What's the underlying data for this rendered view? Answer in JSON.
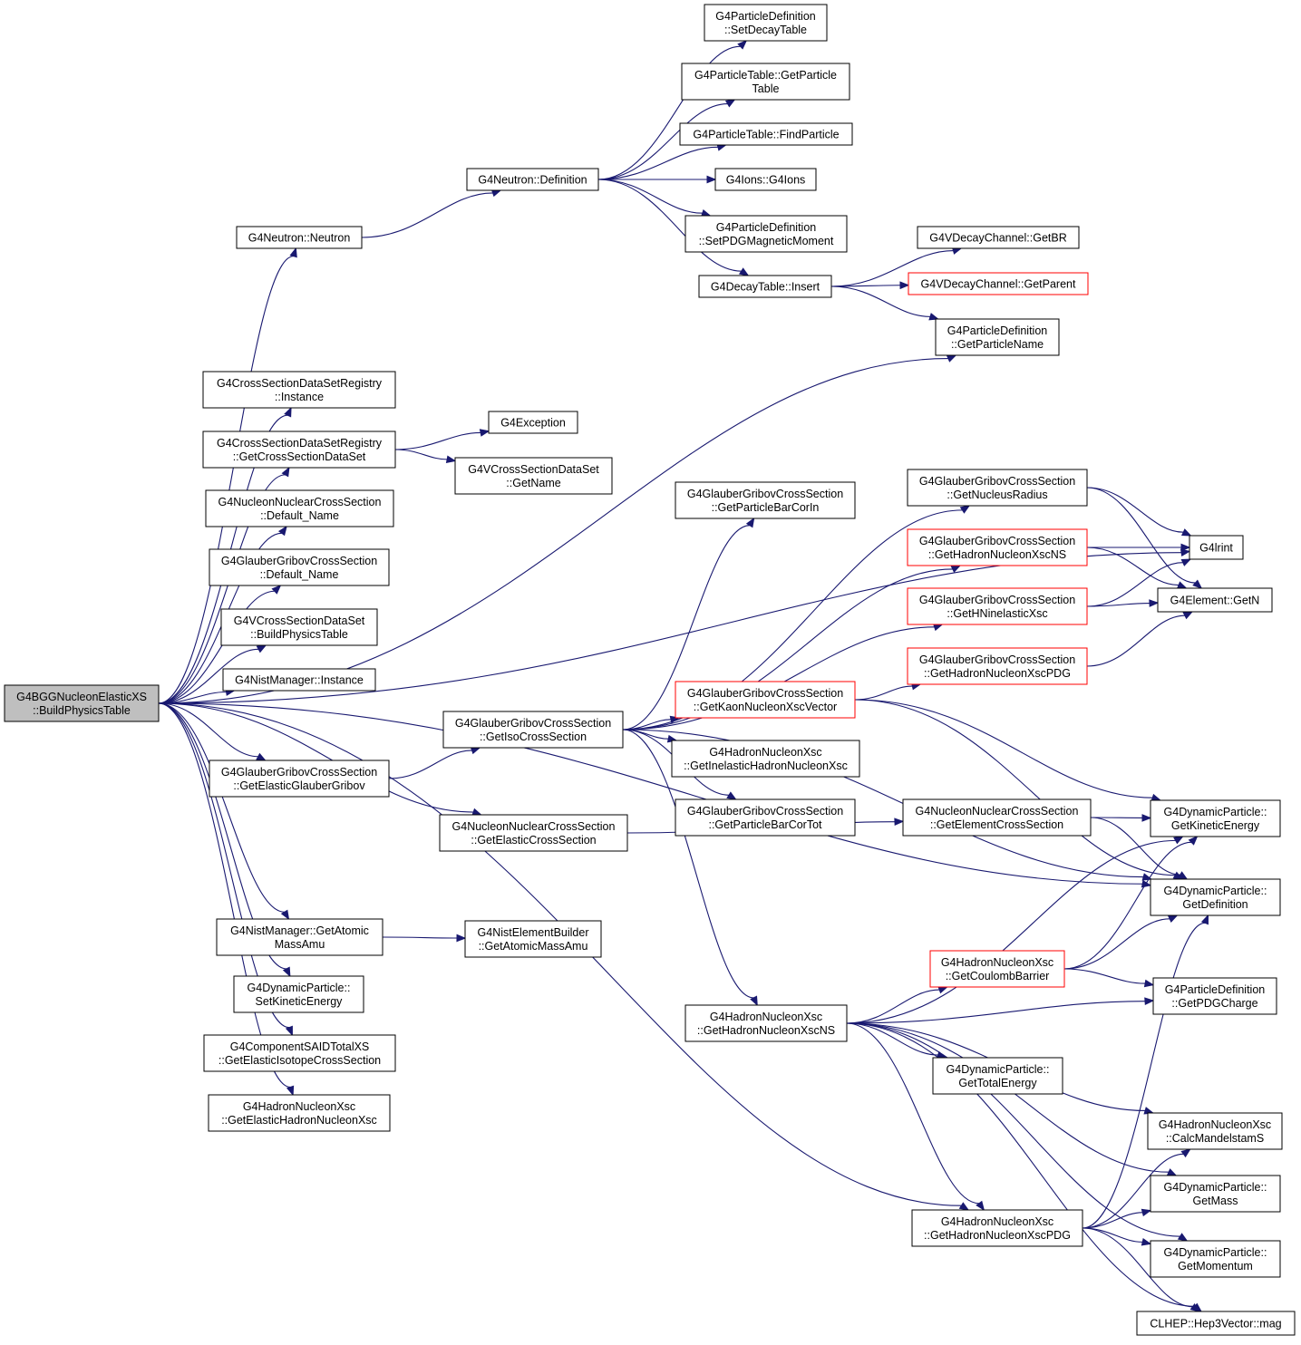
{
  "nodes": [
    {
      "id": "root",
      "lines": [
        "G4BGGNucleonElasticXS",
        "::BuildPhysicsTable"
      ],
      "style": "root"
    },
    {
      "id": "neutron",
      "lines": [
        "G4Neutron::Neutron"
      ]
    },
    {
      "id": "neutron_def",
      "lines": [
        "G4Neutron::Definition"
      ]
    },
    {
      "id": "pd_setdecay",
      "lines": [
        "G4ParticleDefinition",
        "::SetDecayTable"
      ]
    },
    {
      "id": "pt_getpt",
      "lines": [
        "G4ParticleTable::GetParticle",
        "Table"
      ]
    },
    {
      "id": "pt_find",
      "lines": [
        "G4ParticleTable::FindParticle"
      ]
    },
    {
      "id": "ions",
      "lines": [
        "G4Ions::G4Ions"
      ]
    },
    {
      "id": "pd_setpdg",
      "lines": [
        "G4ParticleDefinition",
        "::SetPDGMagneticMoment"
      ]
    },
    {
      "id": "dt_insert",
      "lines": [
        "G4DecayTable::Insert"
      ]
    },
    {
      "id": "vdc_getbr",
      "lines": [
        "G4VDecayChannel::GetBR"
      ]
    },
    {
      "id": "vdc_getparent",
      "lines": [
        "G4VDecayChannel::GetParent"
      ],
      "style": "red"
    },
    {
      "id": "pd_getname",
      "lines": [
        "G4ParticleDefinition",
        "::GetParticleName"
      ]
    },
    {
      "id": "csreg_inst",
      "lines": [
        "G4CrossSectionDataSetRegistry",
        "::Instance"
      ]
    },
    {
      "id": "csreg_get",
      "lines": [
        "G4CrossSectionDataSetRegistry",
        "::GetCrossSectionDataSet"
      ]
    },
    {
      "id": "exception",
      "lines": [
        "G4Exception"
      ]
    },
    {
      "id": "vcs_getname",
      "lines": [
        "G4VCrossSectionDataSet",
        "::GetName"
      ]
    },
    {
      "id": "nncs_defname",
      "lines": [
        "G4NucleonNuclearCrossSection",
        "::Default_Name"
      ]
    },
    {
      "id": "ggcs_defname",
      "lines": [
        "G4GlauberGribovCrossSection",
        "::Default_Name"
      ]
    },
    {
      "id": "vcs_build",
      "lines": [
        "G4VCrossSectionDataSet",
        "::BuildPhysicsTable"
      ]
    },
    {
      "id": "nist_inst",
      "lines": [
        "G4NistManager::Instance"
      ]
    },
    {
      "id": "ggcs_elastic",
      "lines": [
        "G4GlauberGribovCrossSection",
        "::GetElasticGlauberGribov"
      ]
    },
    {
      "id": "ggcs_iso",
      "lines": [
        "G4GlauberGribovCrossSection",
        "::GetIsoCrossSection"
      ]
    },
    {
      "id": "ggcs_barcorin",
      "lines": [
        "G4GlauberGribovCrossSection",
        "::GetParticleBarCorIn"
      ]
    },
    {
      "id": "ggcs_radius",
      "lines": [
        "G4GlauberGribovCrossSection",
        "::GetNucleusRadius"
      ]
    },
    {
      "id": "ggcs_hnxsns",
      "lines": [
        "G4GlauberGribovCrossSection",
        "::GetHadronNucleonXscNS"
      ],
      "style": "red"
    },
    {
      "id": "ggcs_hninel",
      "lines": [
        "G4GlauberGribovCrossSection",
        "::GetHNinelasticXsc"
      ],
      "style": "red"
    },
    {
      "id": "ggcs_hnxspdg",
      "lines": [
        "G4GlauberGribovCrossSection",
        "::GetHadronNucleonXscPDG"
      ],
      "style": "red"
    },
    {
      "id": "lrint",
      "lines": [
        "G4lrint"
      ]
    },
    {
      "id": "elem_getn",
      "lines": [
        "G4Element::GetN"
      ]
    },
    {
      "id": "ggcs_kaon",
      "lines": [
        "G4GlauberGribovCrossSection",
        "::GetKaonNucleonXscVector"
      ],
      "style": "red"
    },
    {
      "id": "hnx_inel",
      "lines": [
        "G4HadronNucleonXsc",
        "::GetInelasticHadronNucleonXsc"
      ]
    },
    {
      "id": "ggcs_barcortot",
      "lines": [
        "G4GlauberGribovCrossSection",
        "::GetParticleBarCorTot"
      ]
    },
    {
      "id": "nncs_elastic",
      "lines": [
        "G4NucleonNuclearCrossSection",
        "::GetElasticCrossSection"
      ]
    },
    {
      "id": "nncs_element",
      "lines": [
        "G4NucleonNuclearCrossSection",
        "::GetElementCrossSection"
      ]
    },
    {
      "id": "dp_getke",
      "lines": [
        "G4DynamicParticle::",
        "GetKineticEnergy"
      ]
    },
    {
      "id": "dp_getdef",
      "lines": [
        "G4DynamicParticle::",
        "GetDefinition"
      ]
    },
    {
      "id": "nist_mass",
      "lines": [
        "G4NistManager::GetAtomic",
        "MassAmu"
      ]
    },
    {
      "id": "neb_mass",
      "lines": [
        "G4NistElementBuilder",
        "::GetAtomicMassAmu"
      ]
    },
    {
      "id": "dp_setke",
      "lines": [
        "G4DynamicParticle::",
        "SetKineticEnergy"
      ]
    },
    {
      "id": "said",
      "lines": [
        "G4ComponentSAIDTotalXS",
        "::GetElasticIsotopeCrossSection"
      ]
    },
    {
      "id": "hnx_elastic",
      "lines": [
        "G4HadronNucleonXsc",
        "::GetElasticHadronNucleonXsc"
      ]
    },
    {
      "id": "hnx_ns",
      "lines": [
        "G4HadronNucleonXsc",
        "::GetHadronNucleonXscNS"
      ]
    },
    {
      "id": "hnx_coulomb",
      "lines": [
        "G4HadronNucleonXsc",
        "::GetCoulombBarrier"
      ],
      "style": "red"
    },
    {
      "id": "pd_pdgcharge",
      "lines": [
        "G4ParticleDefinition",
        "::GetPDGCharge"
      ]
    },
    {
      "id": "dp_totale",
      "lines": [
        "G4DynamicParticle::",
        "GetTotalEnergy"
      ]
    },
    {
      "id": "hnx_mandel",
      "lines": [
        "G4HadronNucleonXsc",
        "::CalcMandelstamS"
      ]
    },
    {
      "id": "dp_mass",
      "lines": [
        "G4DynamicParticle::",
        "GetMass"
      ]
    },
    {
      "id": "hnx_pdg",
      "lines": [
        "G4HadronNucleonXsc",
        "::GetHadronNucleonXscPDG"
      ]
    },
    {
      "id": "dp_momentum",
      "lines": [
        "G4DynamicParticle::",
        "GetMomentum"
      ]
    },
    {
      "id": "hep_mag",
      "lines": [
        "CLHEP::Hep3Vector::mag"
      ]
    }
  ],
  "edges": [
    [
      "root",
      "neutron"
    ],
    [
      "root",
      "pd_getname"
    ],
    [
      "root",
      "csreg_inst"
    ],
    [
      "root",
      "csreg_get"
    ],
    [
      "root",
      "nncs_defname"
    ],
    [
      "root",
      "ggcs_defname"
    ],
    [
      "root",
      "vcs_build"
    ],
    [
      "root",
      "nist_inst"
    ],
    [
      "root",
      "lrint"
    ],
    [
      "root",
      "ggcs_elastic"
    ],
    [
      "root",
      "nncs_elastic"
    ],
    [
      "root",
      "dp_getdef"
    ],
    [
      "root",
      "nist_mass"
    ],
    [
      "root",
      "dp_setke"
    ],
    [
      "root",
      "said"
    ],
    [
      "root",
      "hnx_elastic"
    ],
    [
      "root",
      "hnx_pdg"
    ],
    [
      "neutron",
      "neutron_def"
    ],
    [
      "neutron_def",
      "pd_setdecay"
    ],
    [
      "neutron_def",
      "pt_getpt"
    ],
    [
      "neutron_def",
      "pt_find"
    ],
    [
      "neutron_def",
      "ions"
    ],
    [
      "neutron_def",
      "pd_setpdg"
    ],
    [
      "neutron_def",
      "dt_insert"
    ],
    [
      "dt_insert",
      "vdc_getbr"
    ],
    [
      "dt_insert",
      "vdc_getparent"
    ],
    [
      "dt_insert",
      "pd_getname"
    ],
    [
      "csreg_get",
      "exception"
    ],
    [
      "csreg_get",
      "vcs_getname"
    ],
    [
      "ggcs_elastic",
      "ggcs_iso"
    ],
    [
      "ggcs_iso",
      "ggcs_barcorin"
    ],
    [
      "ggcs_iso",
      "ggcs_radius"
    ],
    [
      "ggcs_iso",
      "ggcs_hnxsns"
    ],
    [
      "ggcs_iso",
      "ggcs_hninel"
    ],
    [
      "ggcs_iso",
      "ggcs_kaon"
    ],
    [
      "ggcs_iso",
      "hnx_inel"
    ],
    [
      "ggcs_iso",
      "ggcs_barcortot"
    ],
    [
      "ggcs_iso",
      "dp_getdef"
    ],
    [
      "ggcs_iso",
      "hnx_ns"
    ],
    [
      "ggcs_radius",
      "lrint"
    ],
    [
      "ggcs_radius",
      "elem_getn"
    ],
    [
      "ggcs_hnxsns",
      "lrint"
    ],
    [
      "ggcs_hnxsns",
      "elem_getn"
    ],
    [
      "ggcs_hninel",
      "elem_getn"
    ],
    [
      "ggcs_hninel",
      "lrint"
    ],
    [
      "ggcs_hnxspdg",
      "elem_getn"
    ],
    [
      "ggcs_kaon",
      "ggcs_hnxspdg"
    ],
    [
      "ggcs_kaon",
      "dp_getke"
    ],
    [
      "ggcs_kaon",
      "dp_getdef"
    ],
    [
      "nncs_elastic",
      "nncs_element"
    ],
    [
      "nncs_element",
      "dp_getke"
    ],
    [
      "nncs_element",
      "dp_getdef"
    ],
    [
      "nist_mass",
      "neb_mass"
    ],
    [
      "hnx_ns",
      "hnx_coulomb"
    ],
    [
      "hnx_ns",
      "pd_pdgcharge"
    ],
    [
      "hnx_ns",
      "dp_totale"
    ],
    [
      "hnx_ns",
      "hnx_mandel"
    ],
    [
      "hnx_ns",
      "dp_mass"
    ],
    [
      "hnx_ns",
      "dp_momentum"
    ],
    [
      "hnx_ns",
      "hep_mag"
    ],
    [
      "hnx_ns",
      "hnx_pdg"
    ],
    [
      "hnx_ns",
      "dp_getke"
    ],
    [
      "hnx_coulomb",
      "dp_getdef"
    ],
    [
      "hnx_coulomb",
      "pd_pdgcharge"
    ],
    [
      "hnx_coulomb",
      "dp_getke"
    ],
    [
      "hnx_pdg",
      "hnx_mandel"
    ],
    [
      "hnx_pdg",
      "dp_mass"
    ],
    [
      "hnx_pdg",
      "dp_momentum"
    ],
    [
      "hnx_pdg",
      "hep_mag"
    ],
    [
      "hnx_pdg",
      "dp_getdef"
    ]
  ]
}
